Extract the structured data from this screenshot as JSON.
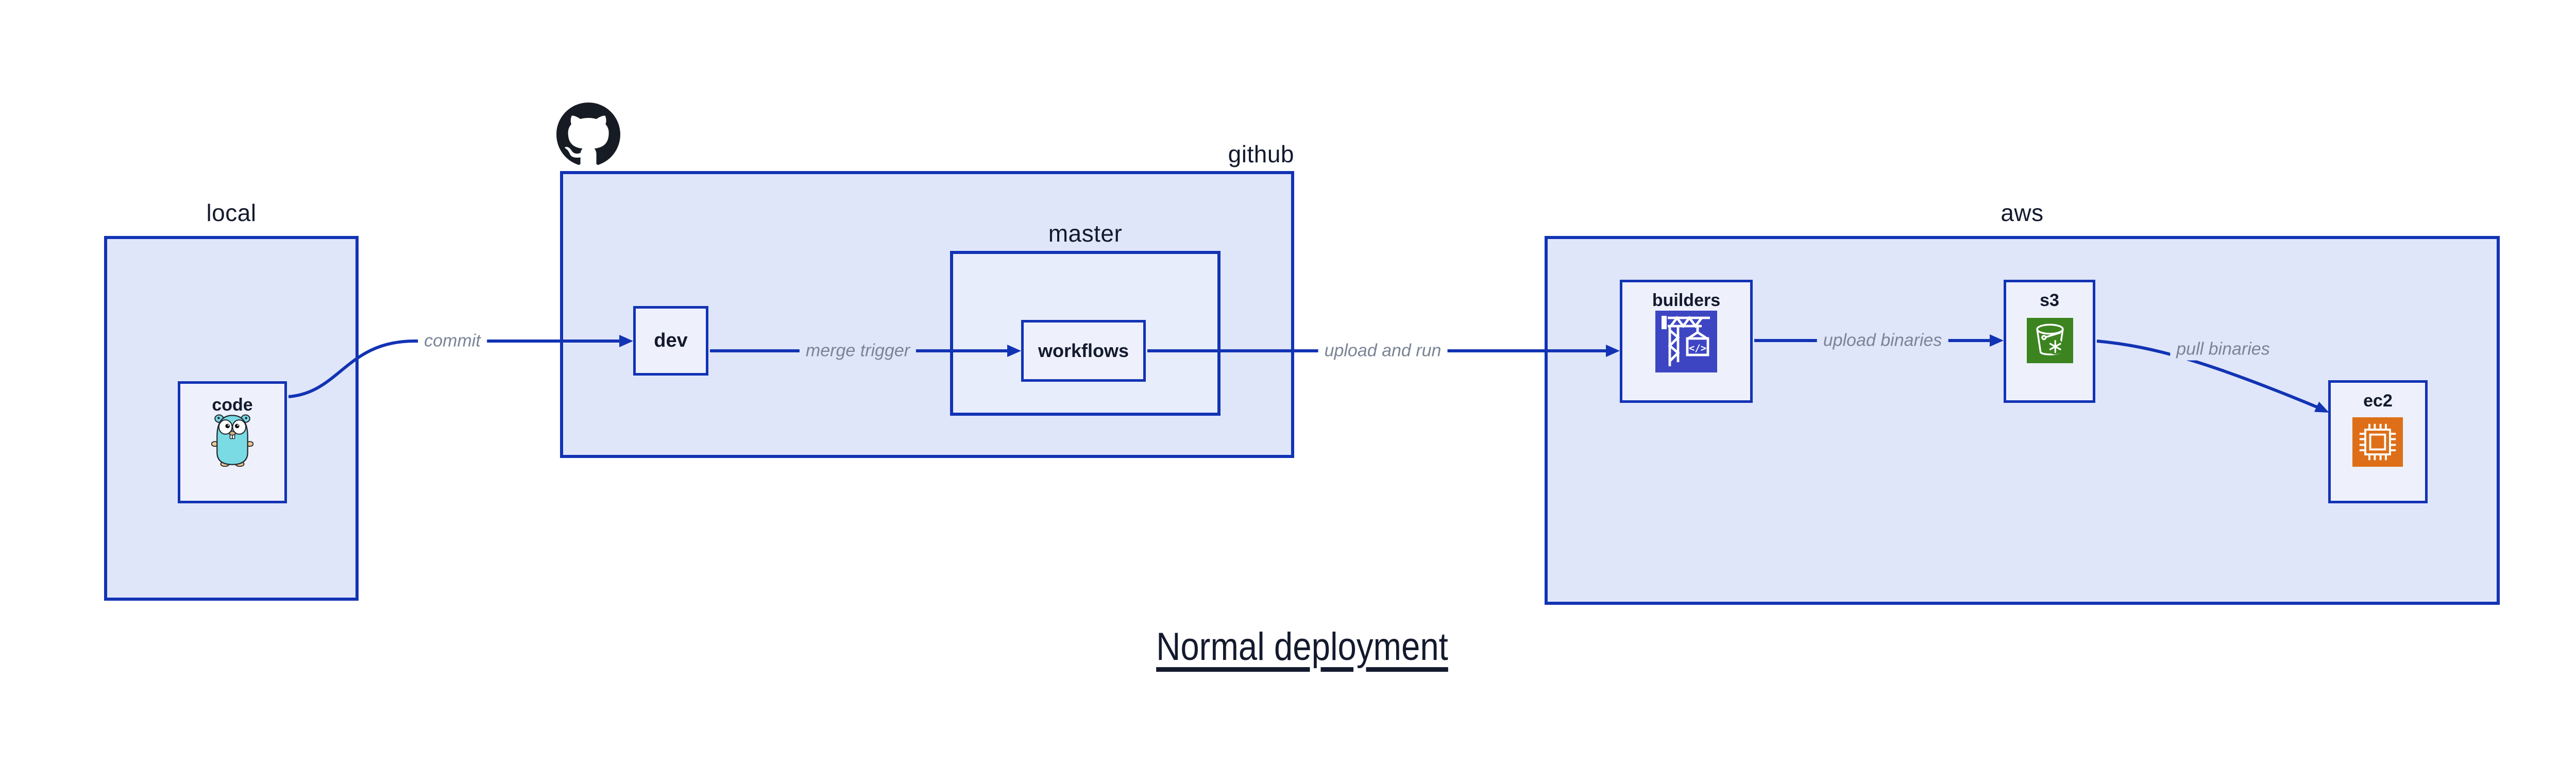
{
  "title": {
    "text": "Normal deployment"
  },
  "containers": {
    "local": {
      "label": "local"
    },
    "github": {
      "label": "github"
    },
    "master": {
      "label": "master"
    },
    "aws": {
      "label": "aws"
    }
  },
  "nodes": {
    "code": {
      "label": "code",
      "icon": "go-gopher-icon"
    },
    "dev": {
      "label": "dev"
    },
    "workflows": {
      "label": "workflows"
    },
    "builders": {
      "label": "builders",
      "icon": "codebuild-crane-icon"
    },
    "s3": {
      "label": "s3",
      "icon": "s3-glacier-bucket-icon"
    },
    "ec2": {
      "label": "ec2",
      "icon": "ec2-chip-icon"
    }
  },
  "edges": {
    "commit": {
      "label": "commit",
      "from": "code",
      "to": "dev"
    },
    "merge_trigger": {
      "label": "merge trigger",
      "from": "dev",
      "to": "workflows"
    },
    "upload_and_run": {
      "label": "upload and run",
      "from": "workflows",
      "to": "builders"
    },
    "upload_binaries": {
      "label": "upload binaries",
      "from": "builders",
      "to": "s3"
    },
    "pull_binaries": {
      "label": "pull binaries",
      "from": "s3",
      "to": "ec2"
    }
  },
  "icons": {
    "github_logo": "github-octocat-logo"
  },
  "colors": {
    "border_blue": "#1233b4",
    "container_fill": "#dfe6fa",
    "inner_container_fill": "#e8edfb",
    "node_fill": "#eef1fc",
    "edge_label_gray": "#7b8496",
    "text_navy": "#141a2e",
    "github_black": "#171c24",
    "gopher_teal": "#7adbe4",
    "builders_indigo": "#3d45c3",
    "s3_green": "#3c8420",
    "ec2_orange": "#de6f18"
  }
}
